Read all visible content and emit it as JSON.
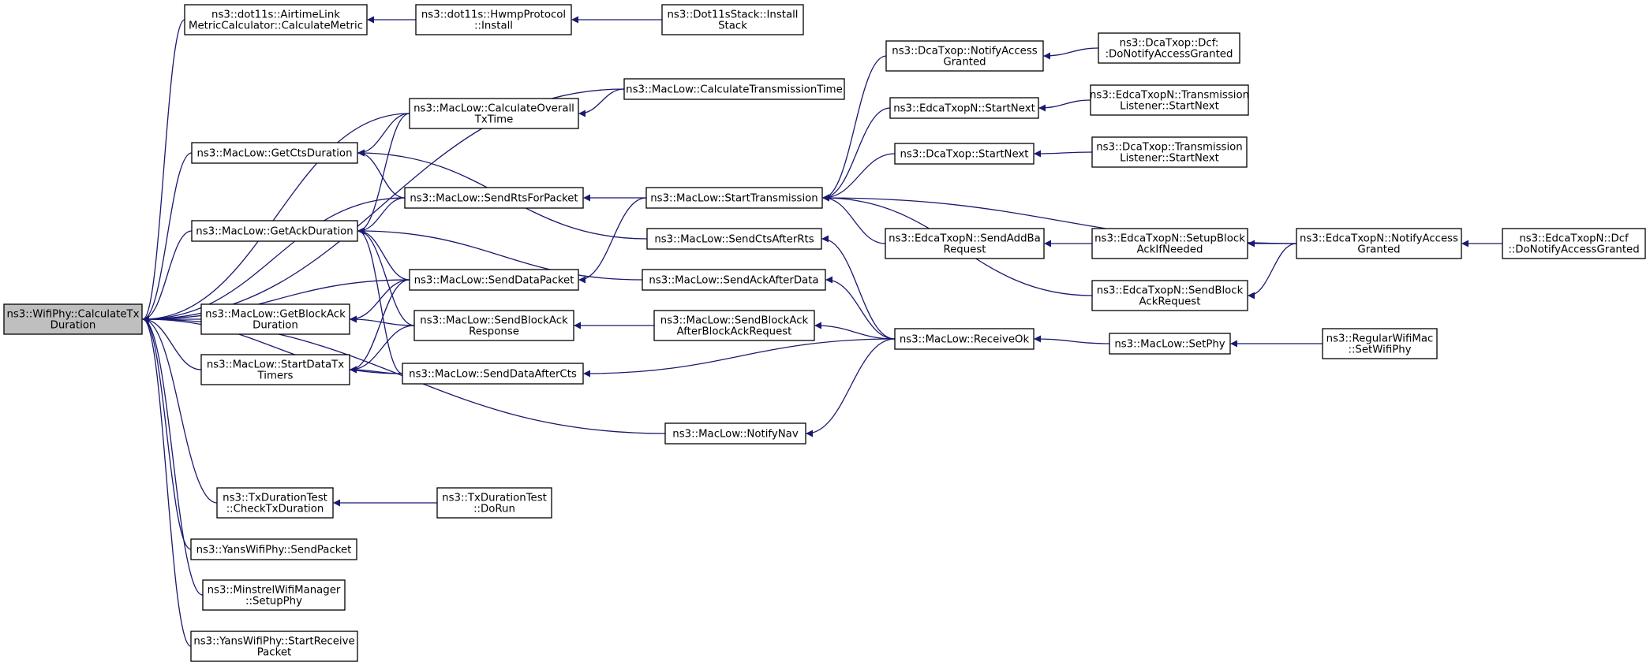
{
  "colors": {
    "edge": "#191970",
    "root_fill": "#bfbfbf",
    "node_fill": "#ffffff",
    "node_border": "#000000"
  },
  "root_id": "calctx",
  "nodes": [
    {
      "id": "calctx",
      "lines": [
        "ns3::WifiPhy::CalculateTx",
        "Duration"
      ]
    },
    {
      "id": "airtime",
      "lines": [
        "ns3::dot11s::AirtimeLink",
        "MetricCalculator::CalculateMetric"
      ]
    },
    {
      "id": "hwmp",
      "lines": [
        "ns3::dot11s::HwmpProtocol",
        "::Install"
      ]
    },
    {
      "id": "d11sstack",
      "lines": [
        "ns3::Dot11sStack::Install",
        "Stack"
      ]
    },
    {
      "id": "calctranstime",
      "lines": [
        "ns3::MacLow::CalculateTransmissionTime"
      ]
    },
    {
      "id": "calcoverall",
      "lines": [
        "ns3::MacLow::CalculateOverall",
        "TxTime"
      ]
    },
    {
      "id": "getcts",
      "lines": [
        "ns3::MacLow::GetCtsDuration"
      ]
    },
    {
      "id": "sendrts",
      "lines": [
        "ns3::MacLow::SendRtsForPacket"
      ]
    },
    {
      "id": "getack",
      "lines": [
        "ns3::MacLow::GetAckDuration"
      ]
    },
    {
      "id": "senddata",
      "lines": [
        "ns3::MacLow::SendDataPacket"
      ]
    },
    {
      "id": "getblockack",
      "lines": [
        "ns3::MacLow::GetBlockAck",
        "Duration"
      ]
    },
    {
      "id": "sendbaresp",
      "lines": [
        "ns3::MacLow::SendBlockAck",
        "Response"
      ]
    },
    {
      "id": "startdatatx",
      "lines": [
        "ns3::MacLow::StartDataTx",
        "Timers"
      ]
    },
    {
      "id": "senddataaftercts",
      "lines": [
        "ns3::MacLow::SendDataAfterCts"
      ]
    },
    {
      "id": "notifynav",
      "lines": [
        "ns3::MacLow::NotifyNav"
      ]
    },
    {
      "id": "checktx",
      "lines": [
        "ns3::TxDurationTest",
        "::CheckTxDuration"
      ]
    },
    {
      "id": "dorun",
      "lines": [
        "ns3::TxDurationTest",
        "::DoRun"
      ]
    },
    {
      "id": "yanssend",
      "lines": [
        "ns3::YansWifiPhy::SendPacket"
      ]
    },
    {
      "id": "minstrel",
      "lines": [
        "ns3::MinstrelWifiManager",
        "::SetupPhy"
      ]
    },
    {
      "id": "yansrecv",
      "lines": [
        "ns3::YansWifiPhy::StartReceive",
        "Packet"
      ]
    },
    {
      "id": "starttrans",
      "lines": [
        "ns3::MacLow::StartTransmission"
      ]
    },
    {
      "id": "sendctsafterrts",
      "lines": [
        "ns3::MacLow::SendCtsAfterRts"
      ]
    },
    {
      "id": "sendackafterdata",
      "lines": [
        "ns3::MacLow::SendAckAfterData"
      ]
    },
    {
      "id": "sendbaafterbar",
      "lines": [
        "ns3::MacLow::SendBlockAck",
        "AfterBlockAckRequest"
      ]
    },
    {
      "id": "dcanotify",
      "lines": [
        "ns3::DcaTxop::NotifyAccess",
        "Granted"
      ]
    },
    {
      "id": "dcadcf",
      "lines": [
        "ns3::DcaTxop::Dcf:",
        ":DoNotifyAccessGranted"
      ]
    },
    {
      "id": "edcastartnext",
      "lines": [
        "ns3::EdcaTxopN::StartNext"
      ]
    },
    {
      "id": "edcatlstartnext",
      "lines": [
        "ns3::EdcaTxopN::Transmission",
        "Listener::StartNext"
      ]
    },
    {
      "id": "dcastartnext",
      "lines": [
        "ns3::DcaTxop::StartNext"
      ]
    },
    {
      "id": "dcatlstartnext",
      "lines": [
        "ns3::DcaTxop::Transmission",
        "Listener::StartNext"
      ]
    },
    {
      "id": "sendaddba",
      "lines": [
        "ns3::EdcaTxopN::SendAddBa",
        "Request"
      ]
    },
    {
      "id": "setupblockack",
      "lines": [
        "ns3::EdcaTxopN::SetupBlock",
        "AckIfNeeded"
      ]
    },
    {
      "id": "edcanotify",
      "lines": [
        "ns3::EdcaTxopN::NotifyAccess",
        "Granted"
      ]
    },
    {
      "id": "edcadcf",
      "lines": [
        "ns3::EdcaTxopN::Dcf",
        "::DoNotifyAccessGranted"
      ]
    },
    {
      "id": "sendbar",
      "lines": [
        "ns3::EdcaTxopN::SendBlock",
        "AckRequest"
      ]
    },
    {
      "id": "receiveok",
      "lines": [
        "ns3::MacLow::ReceiveOk"
      ]
    },
    {
      "id": "setphy",
      "lines": [
        "ns3::MacLow::SetPhy"
      ]
    },
    {
      "id": "regularwifimac",
      "lines": [
        "ns3::RegularWifiMac",
        "::SetWifiPhy"
      ]
    }
  ],
  "edges": [
    [
      "airtime",
      "calctx"
    ],
    [
      "calctranstime",
      "calctx"
    ],
    [
      "calcoverall",
      "calctx"
    ],
    [
      "getcts",
      "calctx"
    ],
    [
      "sendrts",
      "calctx"
    ],
    [
      "getack",
      "calctx"
    ],
    [
      "senddata",
      "calctx"
    ],
    [
      "getblockack",
      "calctx"
    ],
    [
      "startdatatx",
      "calctx"
    ],
    [
      "senddataaftercts",
      "calctx"
    ],
    [
      "notifynav",
      "calctx"
    ],
    [
      "checktx",
      "calctx"
    ],
    [
      "yanssend",
      "calctx"
    ],
    [
      "minstrel",
      "calctx"
    ],
    [
      "yansrecv",
      "calctx"
    ],
    [
      "hwmp",
      "airtime"
    ],
    [
      "d11sstack",
      "hwmp"
    ],
    [
      "calctranstime",
      "calcoverall"
    ],
    [
      "calcoverall",
      "getcts"
    ],
    [
      "sendrts",
      "getcts"
    ],
    [
      "sendctsafterrts",
      "getcts"
    ],
    [
      "calcoverall",
      "getack"
    ],
    [
      "sendrts",
      "getack"
    ],
    [
      "senddata",
      "getack"
    ],
    [
      "sendackafterdata",
      "getack"
    ],
    [
      "sendbaresp",
      "getack"
    ],
    [
      "senddataaftercts",
      "getack"
    ],
    [
      "senddata",
      "getblockack"
    ],
    [
      "sendbaresp",
      "getblockack"
    ],
    [
      "senddata",
      "startdatatx"
    ],
    [
      "sendbaresp",
      "startdatatx"
    ],
    [
      "senddataaftercts",
      "startdatatx"
    ],
    [
      "starttrans",
      "sendrts"
    ],
    [
      "starttrans",
      "senddata"
    ],
    [
      "sendbaafterbar",
      "sendbaresp"
    ],
    [
      "receiveok",
      "senddataaftercts"
    ],
    [
      "dcanotify",
      "starttrans"
    ],
    [
      "edcastartnext",
      "starttrans"
    ],
    [
      "dcastartnext",
      "starttrans"
    ],
    [
      "edcanotify",
      "starttrans"
    ],
    [
      "sendaddba",
      "starttrans"
    ],
    [
      "sendbar",
      "starttrans"
    ],
    [
      "dcadcf",
      "dcanotify"
    ],
    [
      "edcatlstartnext",
      "edcastartnext"
    ],
    [
      "dcatlstartnext",
      "dcastartnext"
    ],
    [
      "setupblockack",
      "sendaddba"
    ],
    [
      "edcanotify",
      "setupblockack"
    ],
    [
      "edcanotify",
      "sendbar"
    ],
    [
      "edcadcf",
      "edcanotify"
    ],
    [
      "receiveok",
      "sendctsafterrts"
    ],
    [
      "receiveok",
      "sendackafterdata"
    ],
    [
      "receiveok",
      "sendbaafterbar"
    ],
    [
      "receiveok",
      "notifynav"
    ],
    [
      "setphy",
      "receiveok"
    ],
    [
      "regularwifimac",
      "setphy"
    ],
    [
      "dorun",
      "checktx"
    ]
  ]
}
